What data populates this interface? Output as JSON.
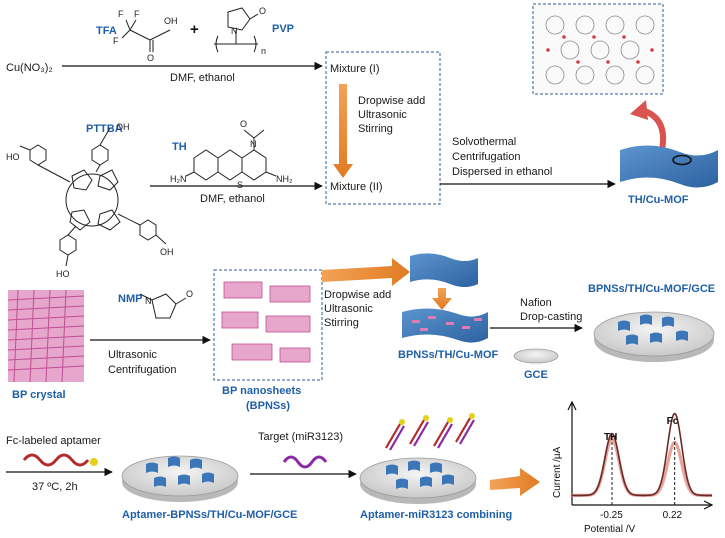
{
  "row1": {
    "cu_reagent": "Cu(NO₃)₂",
    "tfa_label": "TFA",
    "pvp_label": "PVP",
    "plus": "+",
    "tfa_f1": "F",
    "tfa_f2": "F",
    "tfa_f3": "F",
    "tfa_oh": "OH",
    "tfa_o": "O",
    "pvp_n": "N",
    "pvp_o": "O",
    "pvp_sub": "n",
    "solvent_1": "DMF, ethanol",
    "mixture_1": "Mixture (I)",
    "dropwise_steps": [
      "Dropwise add",
      "Ultrasonic",
      "Stirring"
    ],
    "mixture_2": "Mixture (II)",
    "pttba_label": "PTTBA",
    "th_label": "TH",
    "solvent_2": "DMF, ethanol",
    "th_h2n": "H₂N",
    "th_nh2": "NH₂",
    "th_s": "S",
    "th_n": "N",
    "th_o": "O",
    "pttba_ho": "HO",
    "pttba_oh": "OH",
    "pttba_o": "O",
    "post_steps": [
      "Solvothermal",
      "Centrifugation",
      "Dispersed in ethanol"
    ],
    "mof_label": "TH/Cu-MOF"
  },
  "row2": {
    "bp_crystal": "BP crystal",
    "nmp_label": "NMP",
    "nmp_n": "N",
    "nmp_o": "O",
    "exfoliation_steps": [
      "Ultrasonic",
      "Centrifugation"
    ],
    "nanosheets_label": "BP nanosheets",
    "nanosheets_abbr": "(BPNSs)",
    "dropwise_steps": [
      "Dropwise add",
      "Ultrasonic",
      "Stirring"
    ],
    "composite_label": "BPNSs/TH/Cu-MOF",
    "nafion_steps": [
      "Nafion",
      "Drop-casting"
    ],
    "gce_label": "GCE",
    "electrode_label": "BPNSs/TH/Cu-MOF/GCE"
  },
  "row3": {
    "aptamer_label": "Fc-labeled aptamer",
    "incubation": "37 ºC, 2h",
    "aptamer_electrode": "Aptamer-BPNSs/TH/Cu-MOF/GCE",
    "target_label": "Target (miR3123)",
    "combining_label": "Aptamer-miR3123 combining"
  },
  "chart_data": {
    "type": "line",
    "xlabel": "Potential /V",
    "ylabel": "Current /µA",
    "x_ticks": [
      "-0.25",
      "0.22"
    ],
    "annotations": [
      "TH",
      "Fc"
    ],
    "series": [
      {
        "peaks": [
          {
            "x": -0.25,
            "height": 0.68
          },
          {
            "x": 0.22,
            "height": 0.9
          }
        ]
      },
      {
        "peaks": [
          {
            "x": -0.25,
            "height": 0.62
          },
          {
            "x": 0.22,
            "height": 0.58
          }
        ]
      }
    ],
    "x_range": [
      -0.55,
      0.5
    ]
  },
  "colors": {
    "accent_blue": "#1f5fa8",
    "arrow_orange": "#e07b22",
    "sheet_blue": "#3a76b8",
    "bp_pink": "#d66fa8",
    "curve_dark": "#6b2a2a",
    "curve_light": "#e8a49a"
  }
}
